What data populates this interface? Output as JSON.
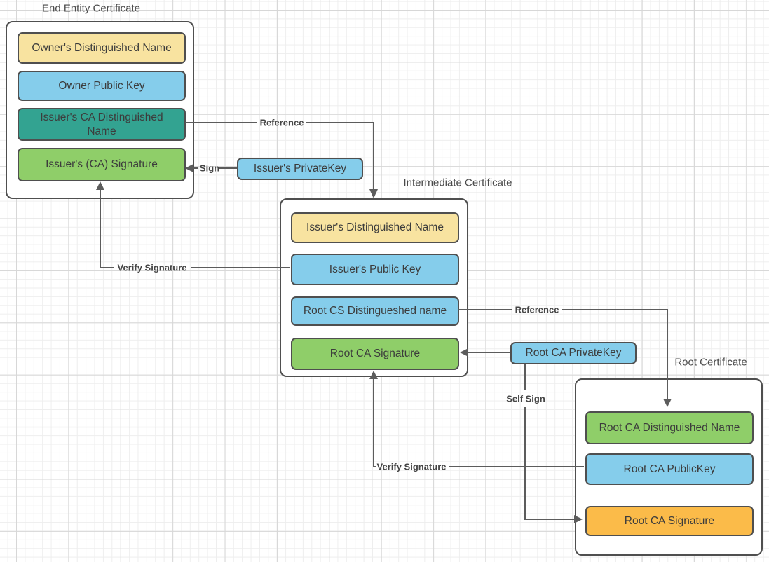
{
  "palette": {
    "yellow": "#f8e3a0",
    "blue": "#85cdeb",
    "teal": "#33a391",
    "green": "#8fce69",
    "orange": "#fbbb49",
    "box_stroke": "#4f4f4f",
    "connector": "#5c5c5c",
    "text": "#3c3c3c",
    "grid_minor": "#eeeeee",
    "grid_major": "#d7d7d7"
  },
  "groups": [
    {
      "title": "End Entity Certificate",
      "fields": [
        {
          "label": "Owner's Distinguished Name",
          "color": "yellow"
        },
        {
          "label": "Owner Public  Key",
          "color": "blue"
        },
        {
          "label": "Issuer's CA Distinguished\nName",
          "color": "teal"
        },
        {
          "label": "Issuer's (CA) Signature",
          "color": "green"
        }
      ]
    },
    {
      "title": "Intermediate Certificate",
      "fields": [
        {
          "label": "Issuer's Distinguished Name",
          "color": "yellow"
        },
        {
          "label": "Issuer's Public  Key",
          "color": "blue"
        },
        {
          "label": "Root CS Distingueshed name",
          "color": "blue"
        },
        {
          "label": "Root CA Signature",
          "color": "green"
        }
      ]
    },
    {
      "title": "Root Certificate",
      "fields": [
        {
          "label": "Root CA Distinguished Name",
          "color": "green"
        },
        {
          "label": "Root CA PublicKey",
          "color": "blue"
        },
        {
          "label": "Root CA Signature",
          "color": "orange"
        }
      ]
    }
  ],
  "standalone": [
    {
      "label": "Issuer's PrivateKey",
      "color": "blue"
    },
    {
      "label": "Root CA PrivateKey",
      "color": "blue"
    }
  ],
  "connectors": [
    {
      "label": "Reference"
    },
    {
      "label": "Sign"
    },
    {
      "label": "Verify Signature"
    },
    {
      "label": "Reference"
    },
    {
      "label": "Self Sign"
    },
    {
      "label": "Verify Signature"
    }
  ]
}
